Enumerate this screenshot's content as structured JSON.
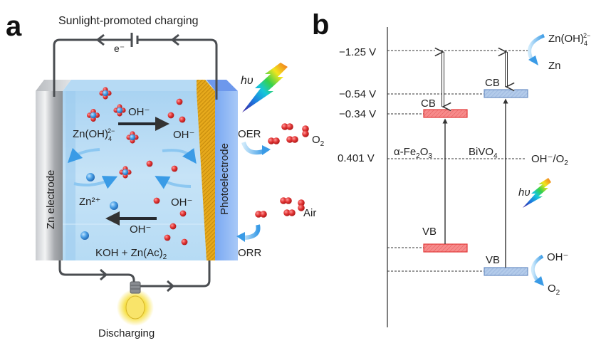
{
  "panel_a": {
    "letter": "a",
    "title": "Sunlight-promoted charging",
    "electron_label": "e⁻",
    "zn_electrode_label": "Zn electrode",
    "photoelectrode_label": "Photoelectrode",
    "zincate_label": "Zn(OH)",
    "zincate_sub": "4",
    "zincate_sup": "2−",
    "oh_top_arrow_label": "OH⁻",
    "oh_right_top_label": "OH⁻",
    "zn2_label": "Zn²⁺",
    "oh_right_mid_label": "OH⁻",
    "oh_bottom_arrow_label": "OH⁻",
    "electrolyte_label_main": "KOH + Zn(Ac)",
    "electrolyte_label_sub": "2",
    "discharging_label": "Discharging",
    "hv_label": "hυ",
    "oer_label": "OER",
    "o2_label": "O",
    "o2_sub": "2",
    "orr_label": "ORR",
    "air_label": "Air"
  },
  "panel_b": {
    "letter": "b",
    "potential_labels": [
      "−1.25 V",
      "−0.54 V",
      "−0.34 V",
      "0.401 V"
    ],
    "fe2o3_label": "α-Fe",
    "fe2o3_sub1": "2",
    "fe2o3_mid": "O",
    "fe2o3_sub2": "3",
    "bivo4_label": "BiVO",
    "bivo4_sub": "4",
    "cb_label": "CB",
    "vb_label": "VB",
    "oh_o2_label": "OH⁻/O",
    "oh_o2_sub": "2",
    "zincate_label": "Zn(OH)",
    "zincate_sub": "4",
    "zincate_sup": "2−",
    "zn_label": "Zn",
    "oh_label": "OH⁻",
    "o2_label": "O",
    "o2_sub": "2",
    "hv_label": "hυ",
    "colors": {
      "fe2o3_band": "#f47a7a",
      "fe2o3_border": "#e23a3a",
      "bivo4_band": "#a9c4e6",
      "bivo4_border": "#6c8fc4",
      "arrow_blue": "#4ea7e8"
    }
  }
}
